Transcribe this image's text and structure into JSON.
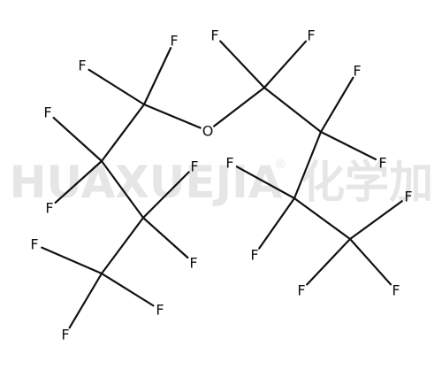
{
  "watermark": {
    "text": "HUAXUEJIA",
    "registered": "®",
    "cjk": "化学加"
  },
  "molecule": {
    "bonds": [
      [
        "O1",
        "C1"
      ],
      [
        "C1",
        "C2"
      ],
      [
        "C2",
        "C3"
      ],
      [
        "C3",
        "C4"
      ],
      [
        "O1",
        "C5"
      ],
      [
        "C5",
        "C6"
      ],
      [
        "C6",
        "C7"
      ],
      [
        "C7",
        "C8"
      ],
      [
        "C1",
        "F1"
      ],
      [
        "C1",
        "F2"
      ],
      [
        "C2",
        "F3"
      ],
      [
        "C2",
        "F4"
      ],
      [
        "C3",
        "F5"
      ],
      [
        "C3",
        "F6"
      ],
      [
        "C4",
        "F7"
      ],
      [
        "C4",
        "F8"
      ],
      [
        "C4",
        "F9"
      ],
      [
        "C5",
        "F10"
      ],
      [
        "C5",
        "F11"
      ],
      [
        "C6",
        "F12"
      ],
      [
        "C6",
        "F13"
      ],
      [
        "C7",
        "F14"
      ],
      [
        "C7",
        "F15"
      ],
      [
        "C8",
        "F16"
      ],
      [
        "C8",
        "F17"
      ],
      [
        "C8",
        "F18"
      ]
    ],
    "atoms": [
      {
        "id": "O1",
        "element": "O",
        "label": "O"
      },
      {
        "id": "C1",
        "element": "C",
        "label": ""
      },
      {
        "id": "C2",
        "element": "C",
        "label": ""
      },
      {
        "id": "C3",
        "element": "C",
        "label": ""
      },
      {
        "id": "C4",
        "element": "C",
        "label": ""
      },
      {
        "id": "C5",
        "element": "C",
        "label": ""
      },
      {
        "id": "C6",
        "element": "C",
        "label": ""
      },
      {
        "id": "C7",
        "element": "C",
        "label": ""
      },
      {
        "id": "C8",
        "element": "C",
        "label": ""
      },
      {
        "id": "F1",
        "element": "F",
        "label": "F"
      },
      {
        "id": "F2",
        "element": "F",
        "label": "F"
      },
      {
        "id": "F3",
        "element": "F",
        "label": "F"
      },
      {
        "id": "F4",
        "element": "F",
        "label": "F"
      },
      {
        "id": "F5",
        "element": "F",
        "label": "F"
      },
      {
        "id": "F6",
        "element": "F",
        "label": "F"
      },
      {
        "id": "F7",
        "element": "F",
        "label": "F"
      },
      {
        "id": "F8",
        "element": "F",
        "label": "F"
      },
      {
        "id": "F9",
        "element": "F",
        "label": "F"
      },
      {
        "id": "F10",
        "element": "F",
        "label": "F"
      },
      {
        "id": "F11",
        "element": "F",
        "label": "F"
      },
      {
        "id": "F12",
        "element": "F",
        "label": "F"
      },
      {
        "id": "F13",
        "element": "F",
        "label": "F"
      },
      {
        "id": "F14",
        "element": "F",
        "label": "F"
      },
      {
        "id": "F15",
        "element": "F",
        "label": "F"
      },
      {
        "id": "F16",
        "element": "F",
        "label": "F"
      },
      {
        "id": "F17",
        "element": "F",
        "label": "F"
      },
      {
        "id": "F18",
        "element": "F",
        "label": "F"
      }
    ]
  }
}
